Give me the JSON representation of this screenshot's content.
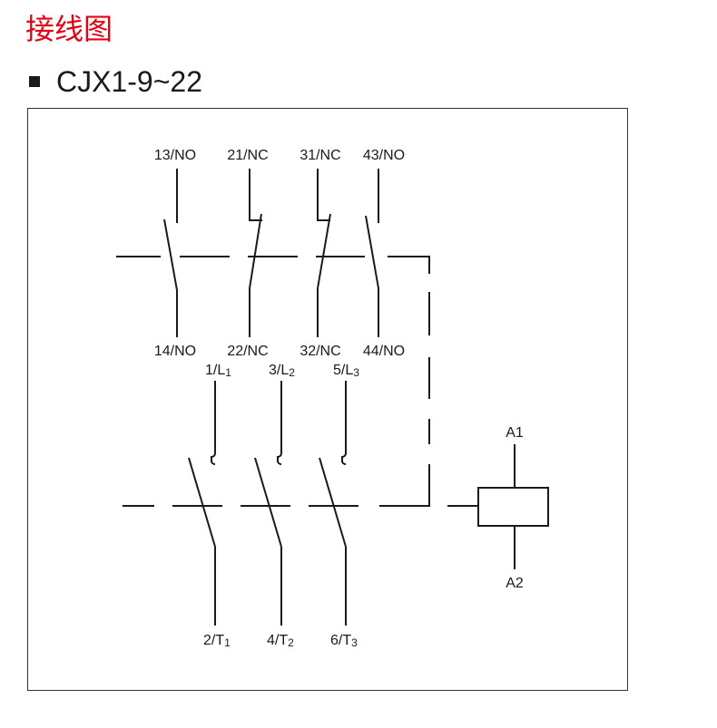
{
  "header": {
    "title": "接线图",
    "model": "CJX1-9~22"
  },
  "colors": {
    "title": "#e60012",
    "text": "#1a1a1a",
    "frame": "#333333"
  },
  "aux_contacts": {
    "top": [
      "13/NO",
      "21/NC",
      "31/NC",
      "43/NO"
    ],
    "bottom": [
      "14/NO",
      "22/NC",
      "32/NC",
      "44/NO"
    ]
  },
  "main_contacts": {
    "line": [
      {
        "main": "1/L",
        "sub": "1"
      },
      {
        "main": "3/L",
        "sub": "2"
      },
      {
        "main": "5/L",
        "sub": "3"
      }
    ],
    "load": [
      {
        "main": "2/T",
        "sub": "1"
      },
      {
        "main": "4/T",
        "sub": "2"
      },
      {
        "main": "6/T",
        "sub": "3"
      }
    ]
  },
  "coil": {
    "top": "A1",
    "bottom": "A2"
  }
}
